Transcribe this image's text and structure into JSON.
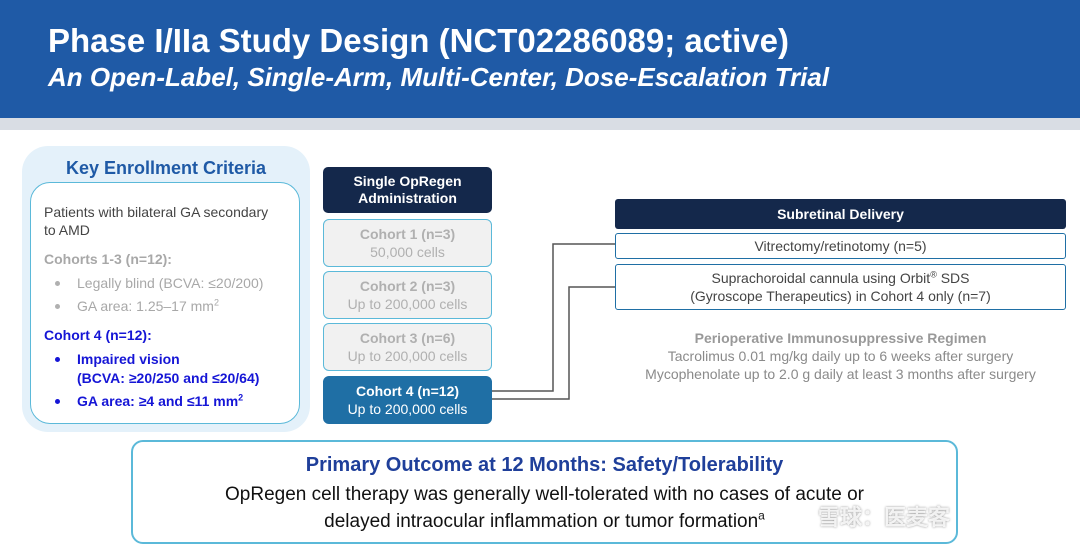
{
  "header": {
    "title": "Phase I/IIa Study Design (NCT02286089; active)",
    "subtitle": "An Open-Label, Single-Arm, Multi-Center, Dose-Escalation Trial"
  },
  "criteria": {
    "title": "Key Enrollment Criteria",
    "intro_line1": "Patients with bilateral GA secondary",
    "intro_line2": "to AMD",
    "cohorts13_heading": "Cohorts 1-3 (n=12):",
    "cohorts13_bullets": [
      "Legally blind (BCVA: ≤20/200)",
      "GA area: 1.25–17 mm"
    ],
    "cohorts13_sup": "2",
    "cohort4_heading": "Cohort 4 (n=12):",
    "cohort4_bullet1_line1": "Impaired vision",
    "cohort4_bullet1_line2": "(BCVA: ≥20/250 and ≤20/64)",
    "cohort4_bullet2": "GA area: ≥4 and ≤11 mm",
    "cohort4_sup": "2"
  },
  "administration": {
    "heading_line1": "Single OpRegen",
    "heading_line2": "Administration",
    "cohorts": [
      {
        "name": "Cohort 1 (n=3)",
        "dose": "50,000 cells"
      },
      {
        "name": "Cohort 2 (n=3)",
        "dose": "Up to 200,000 cells"
      },
      {
        "name": "Cohort 3 (n=6)",
        "dose": "Up to 200,000 cells"
      },
      {
        "name": "Cohort 4 (n=12)",
        "dose": "Up to 200,000 cells"
      }
    ]
  },
  "delivery": {
    "heading": "Subretinal Delivery",
    "option1": "Vitrectomy/retinotomy (n=5)",
    "option2_line1_pre": "Suprachoroidal cannula using Orbit",
    "option2_reg": "®",
    "option2_line1_post": " SDS",
    "option2_line2": "(Gyroscope Therapeutics) in Cohort 4 only (n=7)"
  },
  "regimen": {
    "heading": "Perioperative Immunosuppressive Regimen",
    "line1": "Tacrolimus 0.01 mg/kg daily up to 6 weeks after surgery",
    "line2": "Mycophenolate up to 2.0 g daily at least 3 months after surgery"
  },
  "outcome": {
    "title": "Primary Outcome at 12 Months: Safety/Tolerability",
    "line1": "OpRegen cell therapy was generally well-tolerated with no cases of acute or",
    "line2": "delayed intraocular inflammation or tumor formation",
    "footnote": "a"
  },
  "watermark": "雪球：医麦客",
  "colors": {
    "header_blue": "#1f5aa6",
    "navy": "#14284b",
    "accent_cyan": "#5bb9d9",
    "cohort4_blue": "#1f6fa5",
    "criteria_blue_text": "#1515d6"
  }
}
